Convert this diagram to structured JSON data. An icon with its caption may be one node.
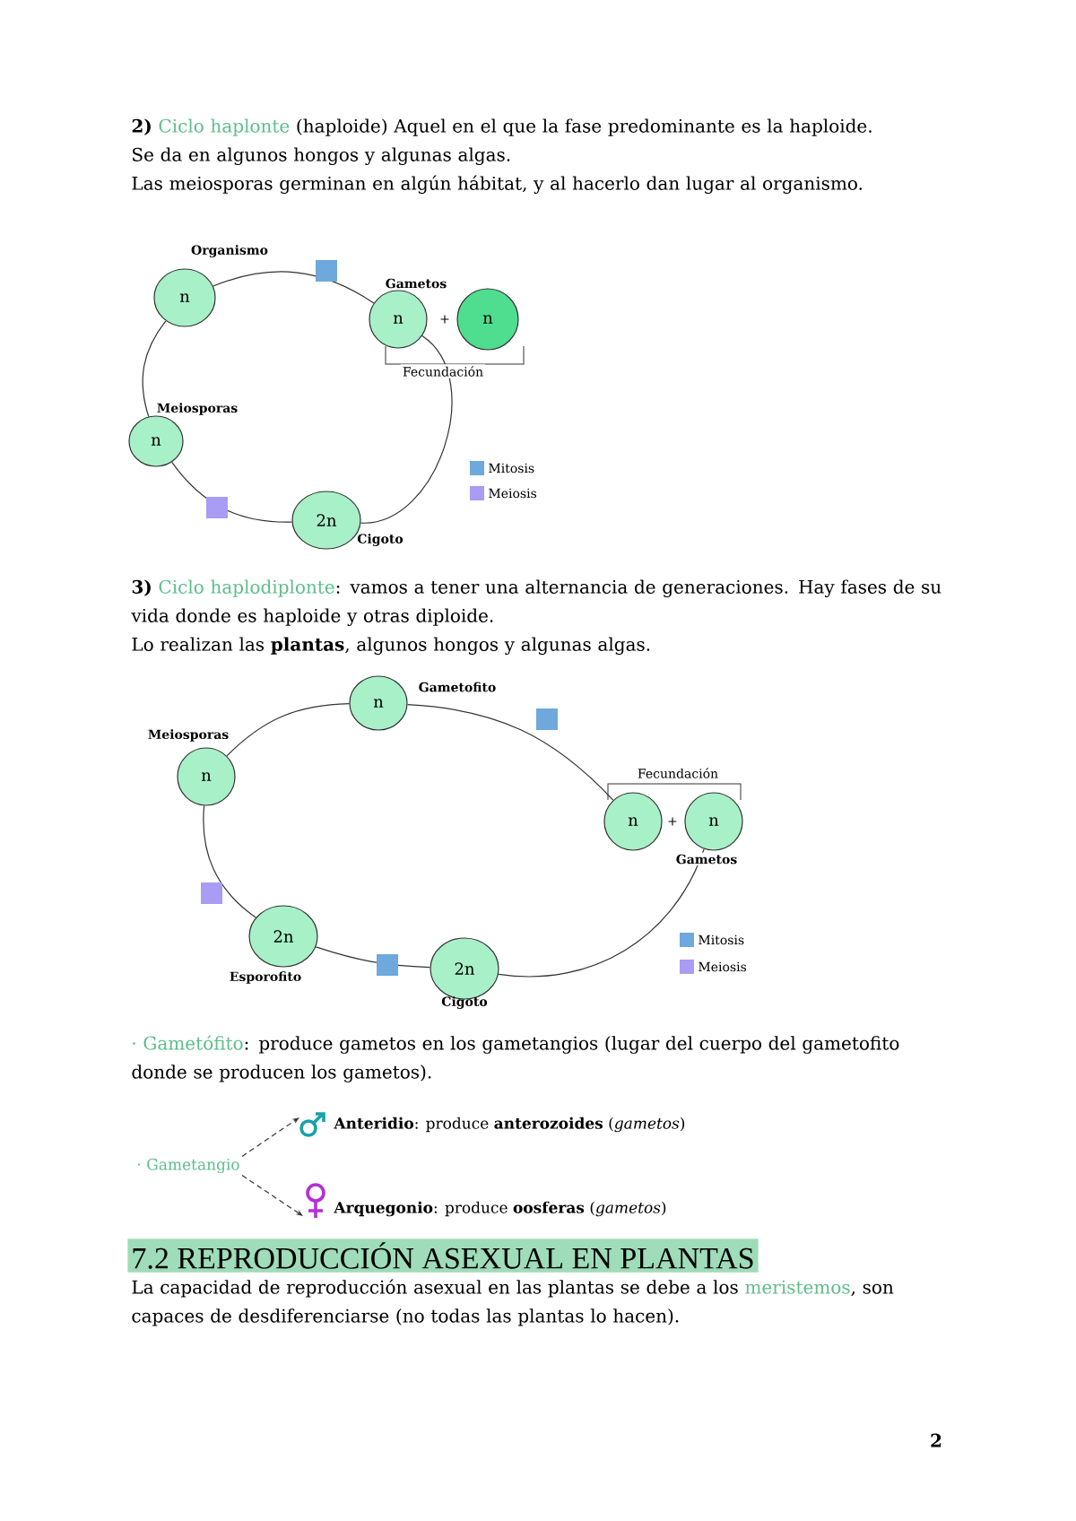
{
  "diagram": {
    "nodes": [
      {
        "text": [
          "n"
        ],
        "beside": [
          "Organismo"
        ]
      },
      {
        "text": [
          "n"
        ],
        "beside": [
          "Gametos"
        ]
      },
      {
        "text": [
          "n"
        ]
      },
      {
        "text": [
          "n"
        ],
        "beside": [
          "Meiosporas"
        ]
      },
      {
        "text": [
          "2n"
        ],
        "beside": [
          "Cigoto"
        ]
      },
      {
        "text": [
          "n"
        ],
        "beside": [
          "Gametofito"
        ]
      },
      {
        "text": [
          "n"
        ],
        "beside": [
          "Meiosporas"
        ]
      },
      {
        "text": [
          "n"
        ]
      },
      {
        "text": [
          "n"
        ]
      },
      {
        "text": [
          "2n"
        ],
        "beside": [
          "Esporofito"
        ]
      },
      {
        "text": [
          "2n"
        ],
        "beside": [
          "Cigoto"
        ]
      },
      {
        "text": [
          "· Gametangio"
        ]
      },
      {
        "text": [
          "**Anteridio**: produce **anterozoides** (*gametos*)"
        ]
      },
      {
        "text": [
          "**Arquegonio**: produce **oosferas** (*gametos*)"
        ]
      }
    ],
    "edges": [
      {
        "from": 0,
        "to": 1,
        "arrow": "none"
      },
      {
        "from": 1,
        "to": 4,
        "arrow": "none"
      },
      {
        "from": 4,
        "to": 3,
        "arrow": "none"
      },
      {
        "from": 3,
        "to": 0,
        "arrow": "none"
      },
      {
        "from": 5,
        "to": 7,
        "arrow": "none"
      },
      {
        "from": 8,
        "to": 10,
        "arrow": "none"
      },
      {
        "from": 10,
        "to": 9,
        "arrow": "none"
      },
      {
        "from": 9,
        "to": 6,
        "arrow": "none"
      },
      {
        "from": 6,
        "to": 5,
        "arrow": "none"
      },
      {
        "from": 11,
        "to": 12,
        "arrow": "to",
        "style": "dashed"
      },
      {
        "from": 11,
        "to": 13,
        "arrow": "to",
        "style": "dashed"
      }
    ],
    "labels": [
      "2)",
      "Ciclo haplonte",
      "(haploide) Aquel en el que la fase predominante es la haploide.",
      "Se da en algunos hongos y algunas algas.",
      "Las meiosporas germinan en algún hábitat, y al hacerlo dan lugar al organismo.",
      "+",
      "Fecundación",
      "3)",
      "Ciclo haplodiplonte",
      ": vamos a tener una alternancia de generaciones. Hay fases de su vida donde es haploide y otras diploide.",
      "Lo realizan las **plantas**, algunos hongos y algunas algas.",
      "Fecundación",
      "+",
      "Gametos",
      "· Gametófito",
      ": produce gametos en los gametangios (lugar del cuerpo del gametofito donde se producen los gametos).",
      "7.2 REPRODUCCIÓN ASEXUAL EN PLANTAS",
      "La capacidad de reproducción asexual en las plantas se debe a los",
      "meristemos",
      ", son capaces de desdiferenciarse (no todas las plantas lo hacen).",
      "2"
    ],
    "legend": [
      {
        "text": "Mitosis",
        "color": "#6fa8dc"
      },
      {
        "text": "Meiosis",
        "color": "#a99cf5"
      },
      {
        "text": "Mitosis",
        "color": "#6fa8dc"
      },
      {
        "text": "Meiosis",
        "color": "#a99cf5"
      }
    ]
  }
}
